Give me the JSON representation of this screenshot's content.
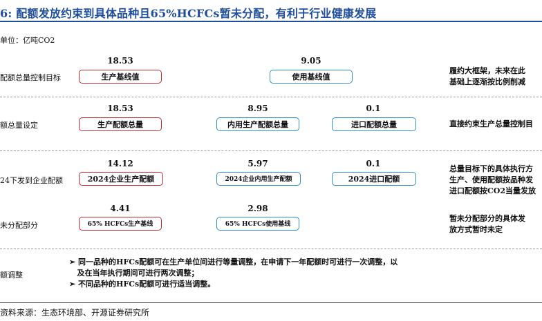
{
  "title": "6: 配额发放约束到具体品种且65%HCFCs暂未分配，有利于行业健康发展",
  "unit": "单位：亿吨CO2",
  "rows": [
    {
      "label": "配额总量控制目标",
      "desc": [
        "履约大框架，未来在此",
        "基础上逐渐按比例削减"
      ],
      "items": [
        {
          "value": "18.53",
          "label": "生产基线值"
        },
        {
          "value": "9.05",
          "label": "使用基线值"
        }
      ]
    },
    {
      "label": "额总量设定",
      "desc": [
        "直接约束生产总量控制目"
      ],
      "items": [
        {
          "value": "18.53",
          "label": "生产配额总量"
        },
        {
          "value": "8.95",
          "label": "内用生产配额总量"
        },
        {
          "value": "0.1",
          "label": "进口配额总量"
        }
      ]
    },
    {
      "label": "24下发到企业配额",
      "desc": [
        "总量目标下的具体执行方",
        "生产、使用配额按品种发",
        "进口配额按CO2当量发放"
      ],
      "items": [
        {
          "value": "14.12",
          "label": "2024企业生产配额"
        },
        {
          "value": "5.97",
          "label": "2024企业内用生产配额"
        },
        {
          "value": "0.1",
          "label": "2024进口配额"
        }
      ]
    },
    {
      "label": "未分配部分",
      "desc": [
        "暂未分配部分的具体发",
        "放方式暂时未定"
      ],
      "items": [
        {
          "value": "4.41",
          "label": "65% HCFCs生产基线"
        },
        {
          "value": "2.98",
          "label": "65% HCFCs使用基线"
        }
      ]
    },
    {
      "label": "额调整",
      "lines": [
        "➢ 同一品种的HFCs配额可在生产单位间进行等量调整，在申请下一年配额时可进行一次调整，以",
        "   及在当年执行期间可进行两次调整；",
        "➢ 不同品种的HFCs配额可进行适当调整。"
      ]
    }
  ],
  "source": "资料来源：生态环境部、开源证券研究所"
}
